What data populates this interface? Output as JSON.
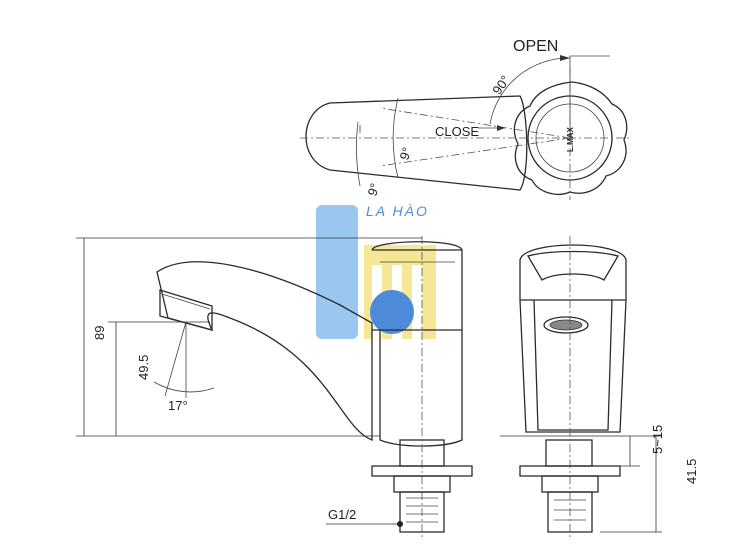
{
  "labels": {
    "open": "OPEN",
    "close": "CLOSE",
    "angle_open": "90°",
    "angle_close_upper": "9°",
    "angle_close_lower": "9°",
    "height_total": "89",
    "height_spout": "49.5",
    "spout_angle": "17°",
    "thread": "G1/2",
    "range": "5~15",
    "shank": "41.5",
    "brand": "L.MAX"
  },
  "watermark": {
    "text": "LA HÀO",
    "colors": {
      "blue": "#3a7fd6",
      "yellow": "#f2d21b"
    }
  }
}
